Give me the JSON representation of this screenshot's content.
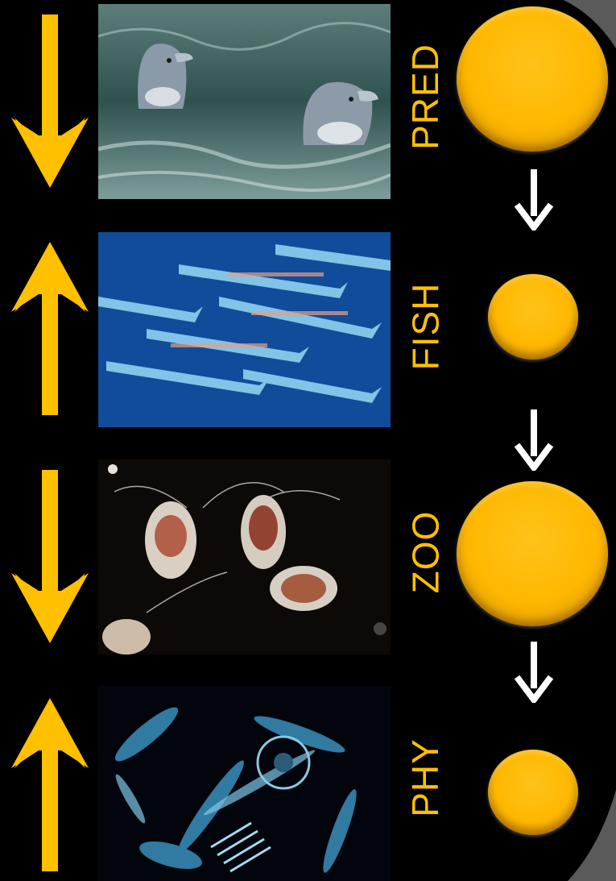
{
  "levels": [
    {
      "label": "PRED",
      "photo": "dolphins-photo",
      "trend": "down",
      "ball": "large"
    },
    {
      "label": "FISH",
      "photo": "fish-school-photo",
      "trend": "up",
      "ball": "small"
    },
    {
      "label": "ZOO",
      "photo": "zooplankton-photo",
      "trend": "down",
      "ball": "large"
    },
    {
      "label": "PHY",
      "photo": "phytoplankton-photo",
      "trend": "up",
      "ball": "small"
    }
  ],
  "colors": {
    "accent": "#FFC000",
    "background": "#000000",
    "small_arrow": "#FFFFFF"
  },
  "icons": {
    "trend_down": "arrow-down-icon",
    "trend_up": "arrow-up-icon",
    "link": "arrow-down-icon"
  }
}
